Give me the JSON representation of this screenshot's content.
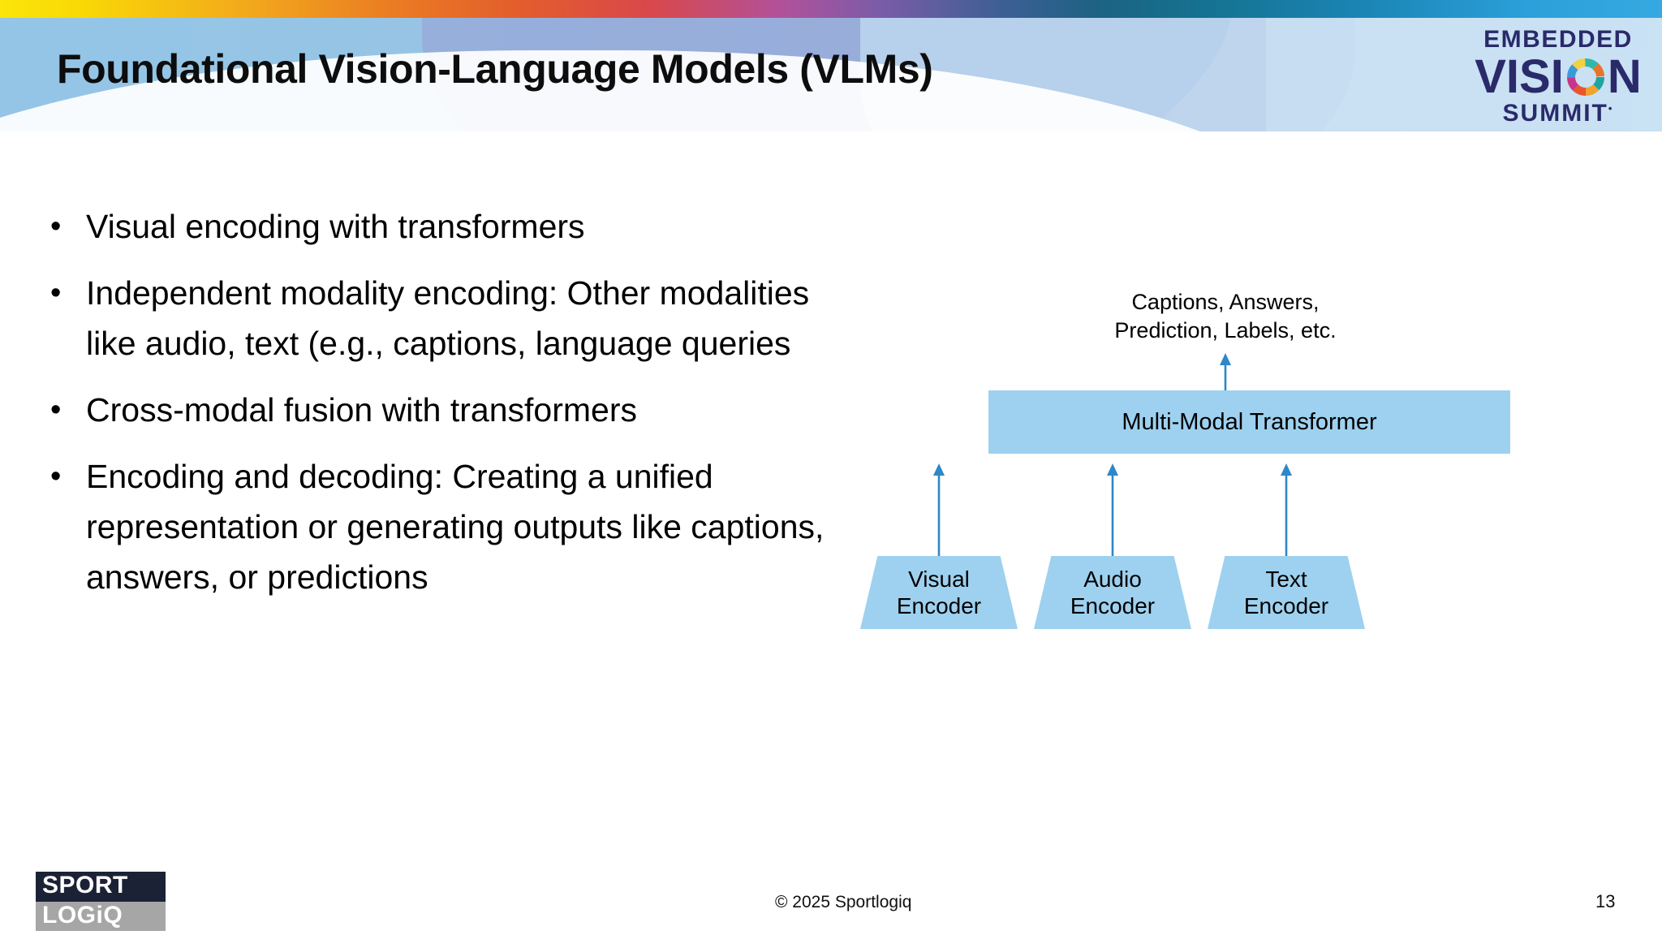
{
  "slide": {
    "title": "Foundational Vision-Language Models (VLMs)",
    "number": "13"
  },
  "header": {
    "logo": {
      "line1": "EMBEDDED",
      "vision_left": "VISI",
      "vision_right": "N",
      "line3": "SUMMIT",
      "trademark": "•",
      "ring_icon": "multicolor-ring-icon",
      "ring_colors": [
        "#1fa5a0",
        "#f0a32a",
        "#e8562f",
        "#c8368a",
        "#3a9ad9",
        "#f4d03f",
        "#2fb8a8",
        "#e8732a"
      ],
      "text_color": "#2a2a6b"
    }
  },
  "bullets": [
    {
      "marker": "•",
      "text": "Visual encoding with transformers"
    },
    {
      "marker": "•",
      "text": "Independent modality encoding: Other modalities like audio, text (e.g., captions, language queries"
    },
    {
      "marker": "•",
      "text": "Cross-modal fusion with transformers"
    },
    {
      "marker": "•",
      "text": "Encoding and decoding: Creating a unified representation or generating outputs like captions, answers, or predictions"
    }
  ],
  "diagram": {
    "output_caption": "Captions, Answers, Prediction, Labels, etc.",
    "output_caption_line1": "Captions, Answers,",
    "output_caption_line2": "Prediction, Labels, etc.",
    "transformer_label": "Multi-Modal Transformer",
    "encoders": [
      {
        "line1": "Visual",
        "line2": "Encoder"
      },
      {
        "line1": "Audio",
        "line2": "Encoder"
      },
      {
        "line1": "Text",
        "line2": "Encoder"
      }
    ],
    "box_fill": "#9ed1ef",
    "arrow_color": "#2e87c8"
  },
  "footer": {
    "brand_top": "SPORT",
    "brand_bottom": "LOGiQ",
    "brand_top_bg": "#1b2236",
    "brand_bottom_bg": "#a6a6a6",
    "copyright": "© 2025 Sportlogiq"
  },
  "accent_bar": {
    "icon": "gradient-bar",
    "colors": [
      "#fbe50a",
      "#f2a81c",
      "#e35e2c",
      "#b1519a",
      "#7a5ca8",
      "#1d6283",
      "#2ba0da"
    ]
  }
}
